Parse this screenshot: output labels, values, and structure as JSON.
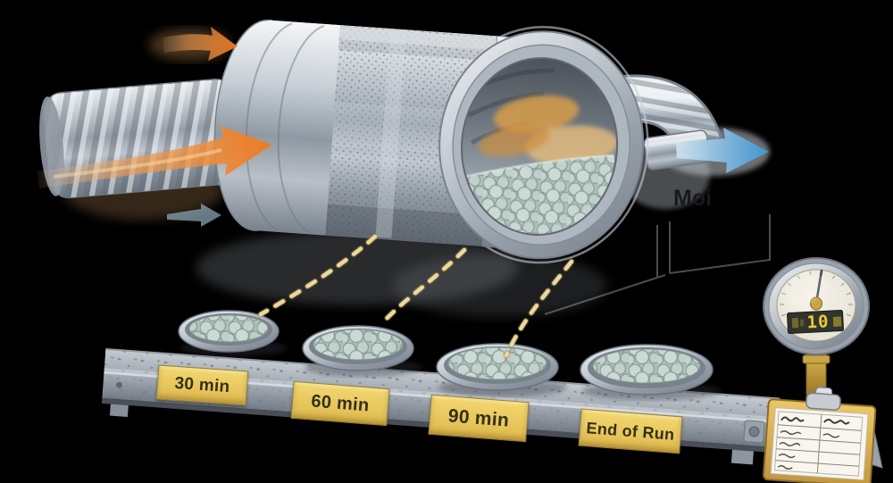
{
  "illustration": {
    "description": "Rotary drum dryer with hot-air inlet, exhaust outlet, pellet sample trays pulled at timed intervals, a moisture gauge and a log clipboard",
    "flow_label": "Moi",
    "stations": [
      {
        "label": "30 min"
      },
      {
        "label": "60 min"
      },
      {
        "label": "90 min"
      },
      {
        "label": "End of Run"
      }
    ],
    "gauge": {
      "reading": "10"
    },
    "colors": {
      "hot_air_arrow": "#ee7a23",
      "exhaust_arrow": "#3e95d3",
      "sample_trace_dash": "#e3c06b",
      "label_plate": "#e7c75e",
      "pellets": "#c6d4cf",
      "metal_light": "#dfe3e7",
      "metal_dark": "#8a929c",
      "gauge_digits": "#f0ca33",
      "clipboard_board": "#ddb256"
    },
    "icons": {
      "hot_air_inlet": "orange-arrow-right",
      "hot_air_inlet_top": "orange-arrow-right",
      "recirculation": "pale-blue-arrow-right",
      "exhaust_outlet": "blue-arrow-right",
      "sample_fall": "dashed-arc",
      "gauge_pointer": "needle",
      "clipboard_clip": "binder-clip",
      "clipboard_log": "handwritten-table"
    }
  }
}
